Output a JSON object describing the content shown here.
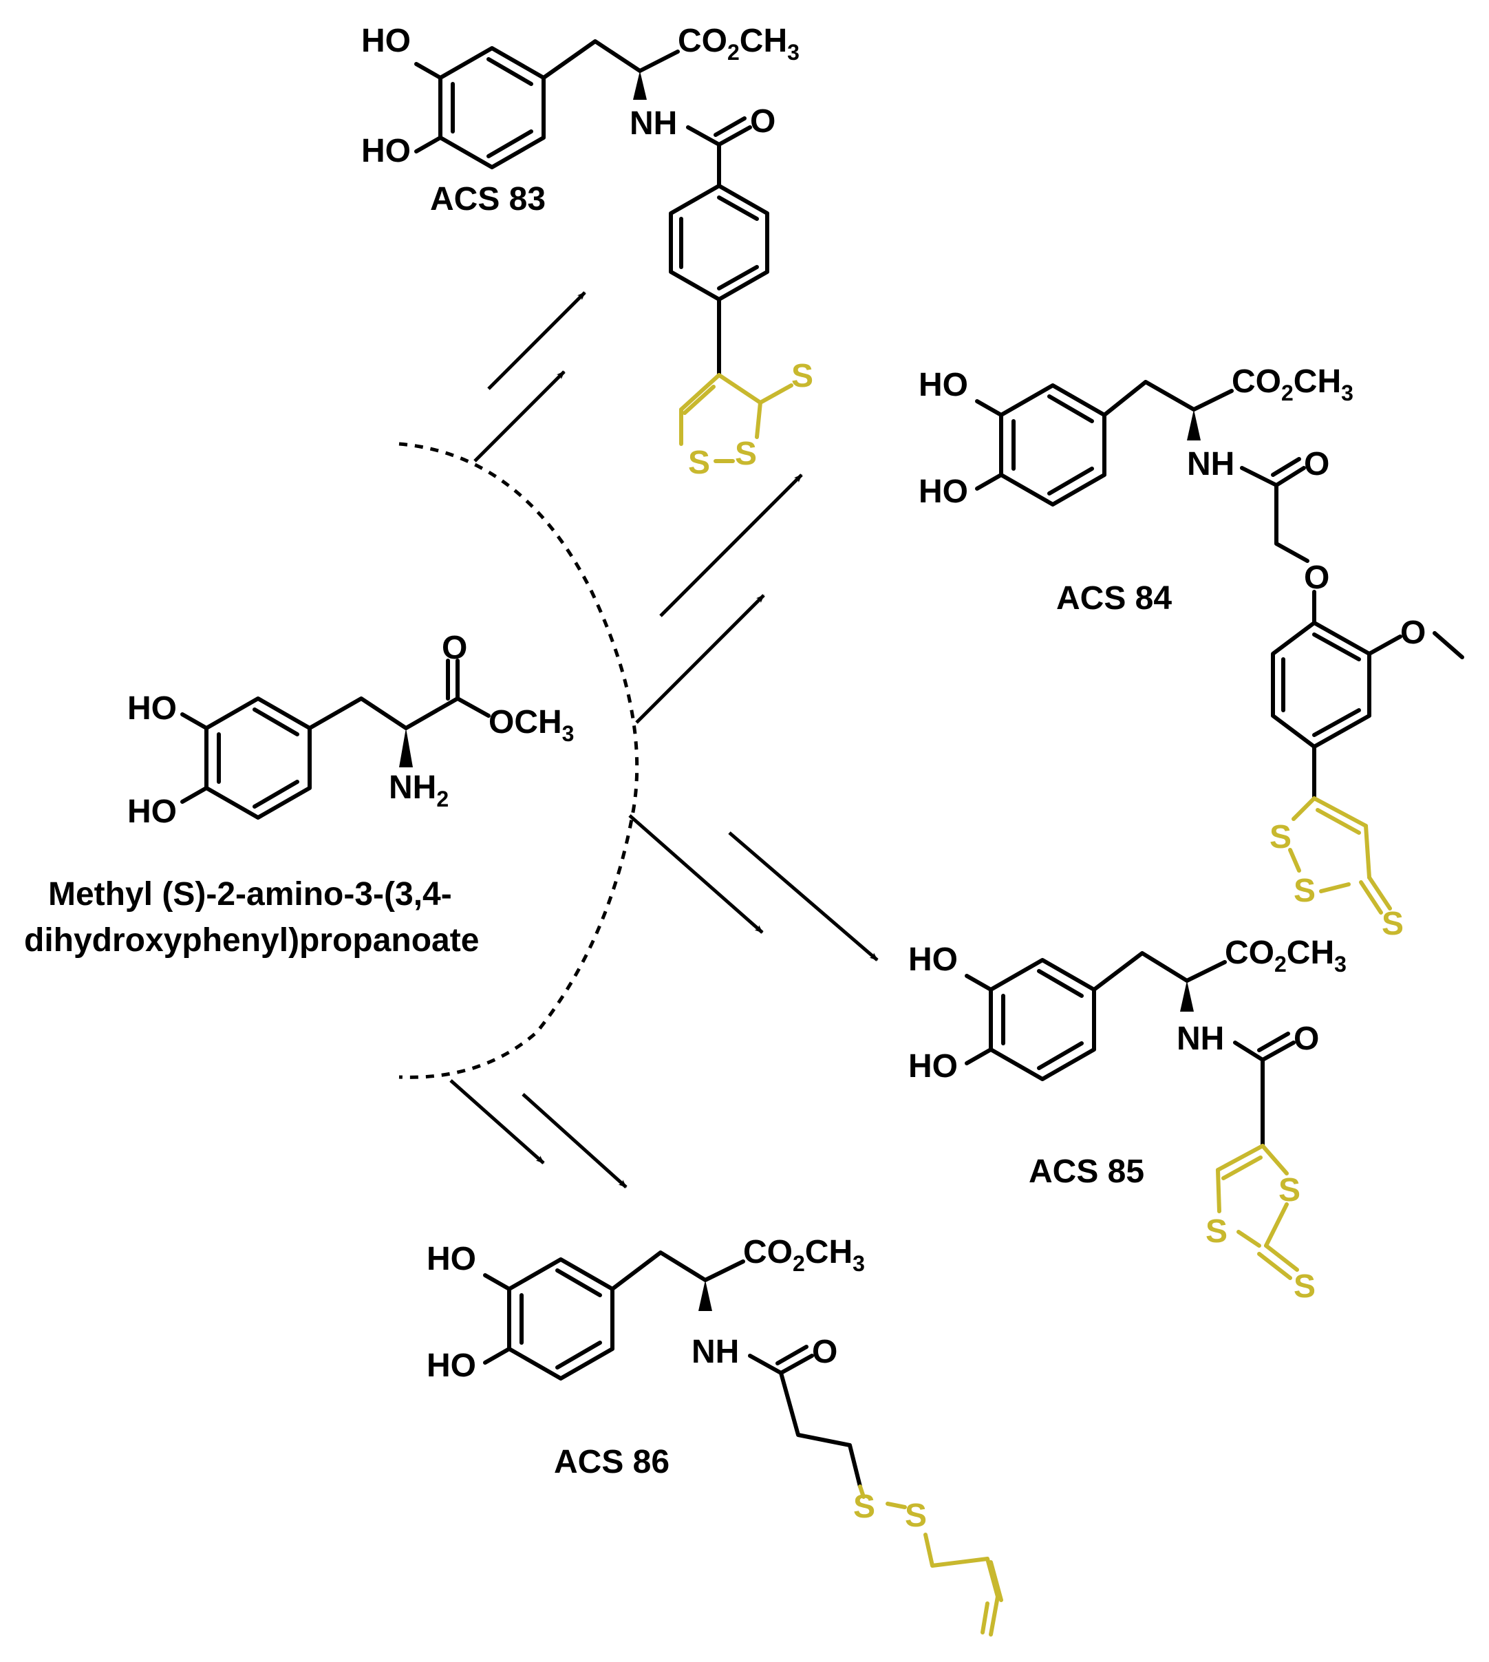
{
  "colors": {
    "bond": "#000000",
    "sulfur": "#C8B82E"
  },
  "start": {
    "name_line1": "Methyl (S)-2-amino-3-(3,4-",
    "name_line2": "dihydroxyphenyl)propanoate",
    "ho1": "HO",
    "ho2": "HO",
    "o": "O",
    "och": "OCH",
    "och_sub": "3",
    "nh": "NH",
    "nh_sub": "2"
  },
  "products": [
    {
      "label": "ACS 83",
      "ho1": "HO",
      "ho2": "HO",
      "ester": "CO",
      "ester_sub1": "2",
      "ester_mid": "CH",
      "ester_sub2": "3",
      "nh": "NH",
      "o": "O",
      "s1": "S",
      "s2": "S",
      "s3": "S"
    },
    {
      "label": "ACS 84",
      "ho1": "HO",
      "ho2": "HO",
      "ester": "CO",
      "ester_sub1": "2",
      "ester_mid": "CH",
      "ester_sub2": "3",
      "nh": "NH",
      "o": "O",
      "o2": "O",
      "o3": "O",
      "s1": "S",
      "s2": "S",
      "s3": "S"
    },
    {
      "label": "ACS 85",
      "ho1": "HO",
      "ho2": "HO",
      "ester": "CO",
      "ester_sub1": "2",
      "ester_mid": "CH",
      "ester_sub2": "3",
      "nh": "NH",
      "o": "O",
      "s1": "S",
      "s2": "S",
      "s3": "S"
    },
    {
      "label": "ACS 86",
      "ho1": "HO",
      "ho2": "HO",
      "ester": "CO",
      "ester_sub1": "2",
      "ester_mid": "CH",
      "ester_sub2": "3",
      "nh": "NH",
      "o": "O",
      "s1": "S",
      "s2": "S"
    }
  ]
}
